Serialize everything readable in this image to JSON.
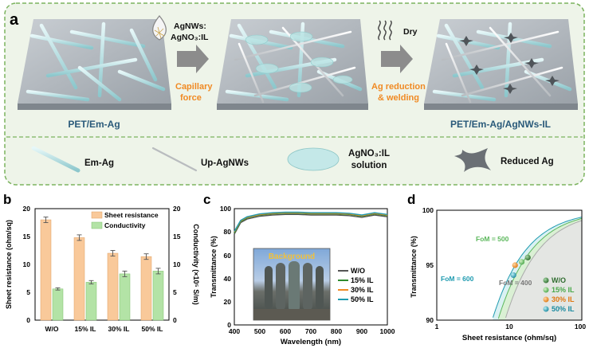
{
  "panel_a": {
    "panel_letter": "a",
    "labels": {
      "pet_em_ag": "PET/Em-Ag",
      "agnws_agno3_il_line1": "AgNWs:",
      "agnws_agno3_il_line2": "AgNO₃:IL",
      "capillary_force_line1": "Capillary",
      "capillary_force_line2": "force",
      "dry": "Dry",
      "ag_reduction_line1": "Ag reduction",
      "ag_reduction_line2": "& welding",
      "pet_em_ag_agnws_il": "PET/Em-Ag/AgNWs-IL"
    },
    "legend": {
      "em_ag": "Em-Ag",
      "up_agnws": "Up-AgNWs",
      "agno3_il_line1": "AgNO₃:IL",
      "agno3_il_line2": "solution",
      "reduced_ag": "Reduced Ag"
    },
    "colors": {
      "frame_bg": "#eef4e9",
      "frame_border": "#7cb35f",
      "accent_orange": "#f08a24",
      "title_blue": "#2a5a7a",
      "arrow_gray": "#8c8c8c"
    }
  },
  "panel_b": {
    "panel_letter": "b",
    "ylabel_left": "Sheet resistance (ohm/sq)",
    "ylabel_right": "Conductivity (×10⁵ S/m)",
    "legend_sheet": "Sheet resistance",
    "legend_cond": "Conductivity",
    "y_ticks": [
      "0",
      "5",
      "10",
      "15",
      "20"
    ],
    "x_ticks": [
      "W/O",
      "15% IL",
      "30% IL",
      "50% IL"
    ]
  },
  "panel_c": {
    "panel_letter": "c",
    "xlabel": "Wavelength (nm)",
    "ylabel": "Transmittance (%)",
    "inset_label": "Background",
    "y_ticks": [
      "0",
      "20",
      "40",
      "60",
      "80",
      "100"
    ],
    "x_ticks": [
      "400",
      "500",
      "600",
      "700",
      "800",
      "900",
      "1000"
    ],
    "legend": [
      "W/O",
      "15% IL",
      "30% IL",
      "50% IL"
    ]
  },
  "panel_d": {
    "panel_letter": "d",
    "xlabel": "Sheet resistance (ohm/sq)",
    "ylabel": "Transmittance (%)",
    "x_ticks": [
      "1",
      "10",
      "100"
    ],
    "y_ticks": [
      "90",
      "95",
      "100"
    ],
    "fom_500": "FoM = 500",
    "fom_600": "FoM = 600",
    "fom_400": "FoM = 400",
    "legend": [
      "W/O",
      "15% IL",
      "30% IL",
      "50% IL"
    ]
  },
  "chart_data": [
    {
      "type": "bar",
      "panel": "b",
      "categories": [
        "W/O",
        "15% IL",
        "30% IL",
        "50% IL"
      ],
      "series": [
        {
          "name": "Sheet resistance",
          "axis": "left",
          "values": [
            18.0,
            14.8,
            12.0,
            11.4
          ],
          "errors": [
            0.5,
            0.5,
            0.5,
            0.5
          ],
          "color": "#f9c99a"
        },
        {
          "name": "Conductivity",
          "axis": "right",
          "values": [
            5.6,
            6.8,
            8.3,
            8.8
          ],
          "errors": [
            0.2,
            0.3,
            0.5,
            0.5
          ],
          "color": "#b3e3a6"
        }
      ],
      "xlabel": "",
      "ylabel": "Sheet resistance (ohm/sq)",
      "ylabel_right": "Conductivity (×10⁵ S/m)",
      "ylim": [
        0,
        20
      ],
      "ylim_right": [
        0,
        20
      ],
      "legend_position": "top-right"
    },
    {
      "type": "line",
      "panel": "c",
      "x": [
        400,
        425,
        450,
        500,
        550,
        600,
        650,
        700,
        750,
        800,
        850,
        900,
        950,
        1000
      ],
      "series": [
        {
          "name": "W/O",
          "values": [
            78,
            88,
            91,
            93.5,
            94.5,
            95,
            95,
            94.5,
            94.5,
            94.5,
            94,
            92.5,
            94.5,
            93
          ],
          "color": "#555555"
        },
        {
          "name": "15% IL",
          "values": [
            79,
            89,
            92,
            94.5,
            95.5,
            96,
            96,
            95.5,
            95.5,
            95.5,
            95,
            93.5,
            95.5,
            94
          ],
          "color": "#2e8b2e"
        },
        {
          "name": "30% IL",
          "values": [
            80,
            89.5,
            92.5,
            95,
            96,
            96.5,
            96.5,
            96,
            96,
            96,
            95.5,
            94,
            96,
            94.5
          ],
          "color": "#f08a24"
        },
        {
          "name": "50% IL",
          "values": [
            80.5,
            90,
            93,
            95.5,
            96.5,
            97,
            97,
            96.5,
            96.5,
            96.5,
            96,
            94.5,
            96.5,
            95
          ],
          "color": "#1f9bb0"
        }
      ],
      "xlabel": "Wavelength (nm)",
      "ylabel": "Transmittance (%)",
      "xlim": [
        400,
        1000
      ],
      "ylim": [
        0,
        100
      ],
      "legend_position": "bottom-right"
    },
    {
      "type": "scatter",
      "panel": "d",
      "x_scale": "log",
      "series": [
        {
          "name": "W/O",
          "x": 18.0,
          "y": 95.7,
          "color": "#2e6b2e"
        },
        {
          "name": "15% IL",
          "x": 14.8,
          "y": 95.3,
          "color": "#5cb85c"
        },
        {
          "name": "30% IL",
          "x": 12.0,
          "y": 95.0,
          "color": "#f08a24"
        },
        {
          "name": "50% IL",
          "x": 11.4,
          "y": 94.1,
          "color": "#1f9bb0"
        }
      ],
      "fom_curves": [
        400,
        500,
        600
      ],
      "xlabel": "Sheet resistance (ohm/sq)",
      "ylabel": "Transmittance (%)",
      "xlim": [
        1,
        100
      ],
      "ylim": [
        90,
        100
      ],
      "legend_position": "bottom-right"
    }
  ]
}
